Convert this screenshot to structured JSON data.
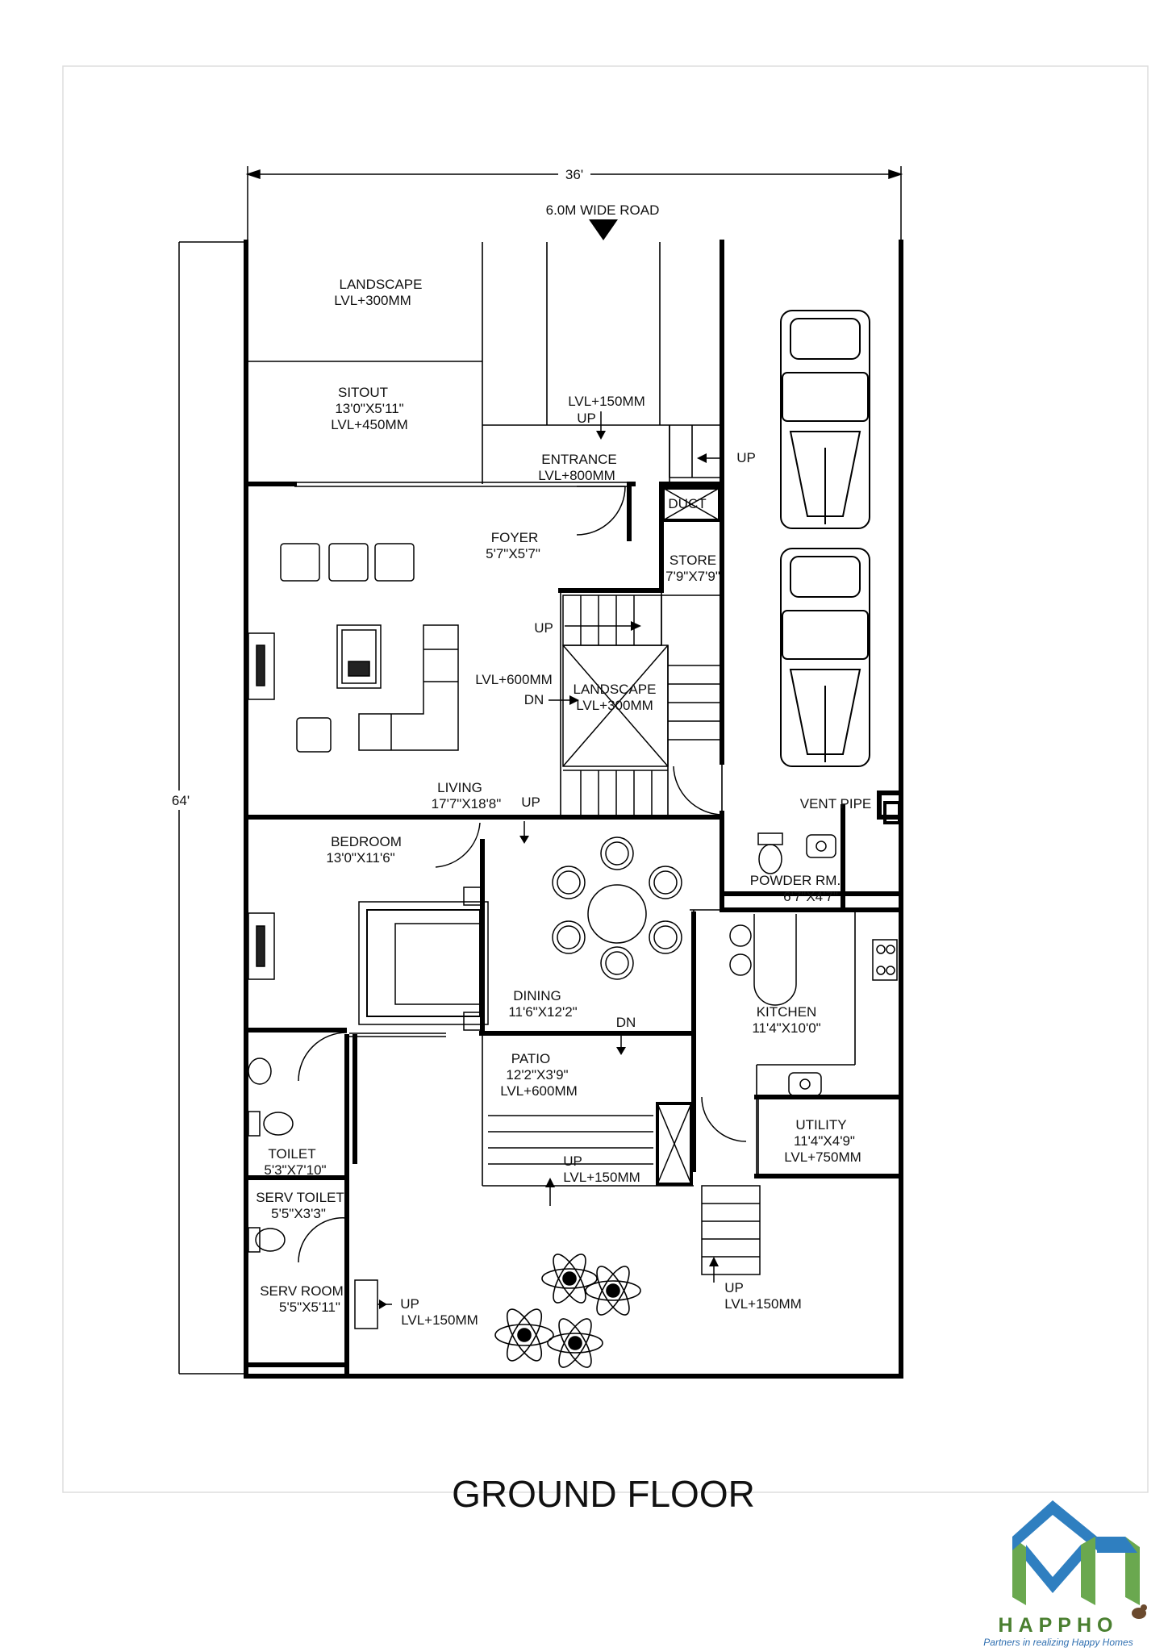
{
  "title": "GROUND FLOOR",
  "dimensions": {
    "width": "36'",
    "depth": "64'"
  },
  "road": "6.0M WIDE ROAD",
  "rooms": {
    "landscape_front": [
      "LANDSCAPE",
      "LVL+300MM"
    ],
    "sitout": [
      "SITOUT",
      "13'0\"X5'11\"",
      "LVL+450MM"
    ],
    "front_steps": [
      "LVL+150MM",
      "UP"
    ],
    "entrance": [
      "ENTRANCE",
      "LVL+800MM"
    ],
    "parking_up": "UP",
    "duct": "DUCT",
    "foyer": [
      "FOYER",
      "5'7\"X5'7\""
    ],
    "store": [
      "STORE",
      "7'9\"X7'9\""
    ],
    "stair_up": "UP",
    "stair_level": "LVL+600MM",
    "stair_dn": "DN",
    "landscape_inner": [
      "LANDSCAPE",
      "LVL+300MM"
    ],
    "living": [
      "LIVING",
      "17'7\"X18'8\""
    ],
    "living_up": "UP",
    "vent_pipe": "VENT PIPE",
    "bedroom": [
      "BEDROOM",
      "13'0\"X11'6\""
    ],
    "powder": [
      "POWDER RM.",
      "6'7\"X4'7\""
    ],
    "dining": [
      "DINING",
      "11'6\"X12'2\""
    ],
    "dining_dn": "DN",
    "kitchen": [
      "KITCHEN",
      "11'4\"X10'0\""
    ],
    "patio": [
      "PATIO",
      "12'2\"X3'9\"",
      "LVL+600MM"
    ],
    "toilet": [
      "TOILET",
      "5'3\"X7'10\""
    ],
    "utility": [
      "UTILITY",
      "11'4\"X4'9\"",
      "LVL+750MM"
    ],
    "patio_steps": [
      "UP",
      "LVL+150MM"
    ],
    "serv_toilet": [
      "SERV TOILET",
      "5'5\"X3'3\""
    ],
    "serv_room": [
      "SERV ROOM",
      "5'5\"X5'11\""
    ],
    "serv_steps": [
      "UP",
      "LVL+150MM"
    ],
    "back_steps": [
      "UP",
      "LVL+150MM"
    ]
  },
  "logo": {
    "brand": "HAPPHO",
    "tagline": "Partners in realizing Happy Homes"
  },
  "colors": {
    "wall": "#000000",
    "logo_green": "#4a7f30",
    "logo_blue": "#2f7fc0"
  }
}
